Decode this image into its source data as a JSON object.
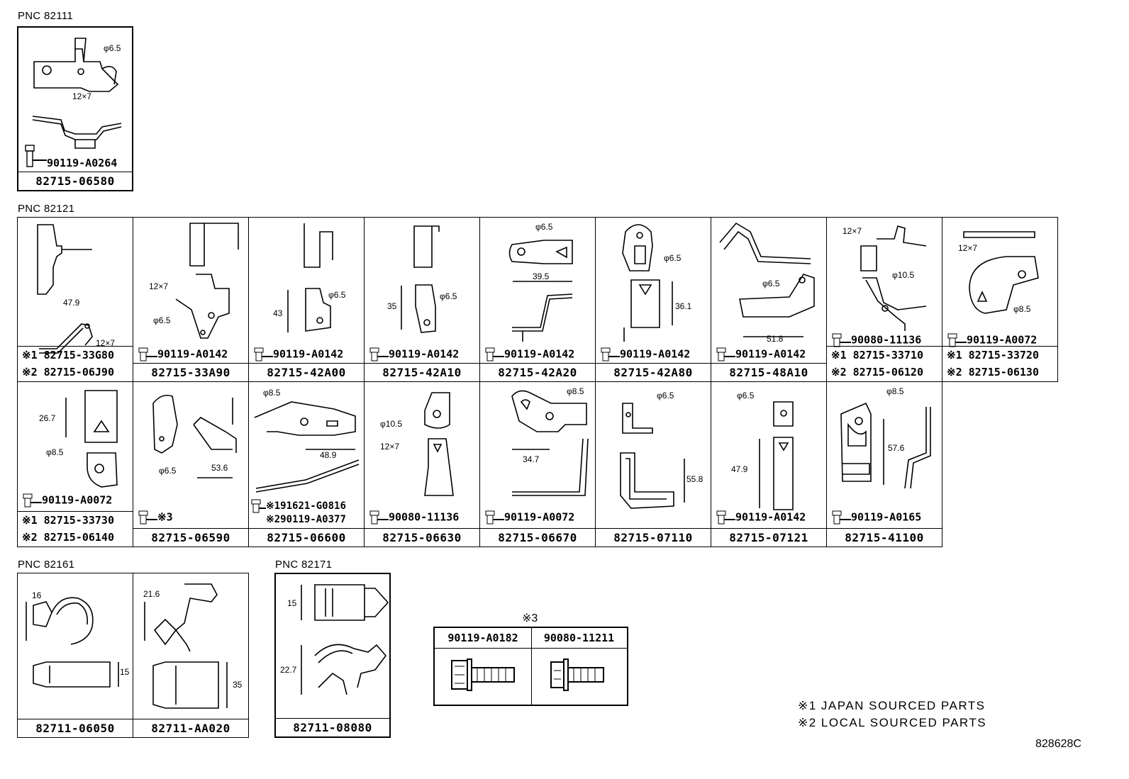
{
  "groups": {
    "g82111": {
      "label": "PNC 82111"
    },
    "g82121": {
      "label": "PNC 82121"
    },
    "g82161": {
      "label": "PNC 82161"
    },
    "g82171": {
      "label": "PNC 82171"
    }
  },
  "cells": {
    "c00": {
      "bolt": "90119-A0264",
      "part": "82715-06580",
      "dims": [
        "φ6.5",
        "12×7"
      ]
    },
    "r1c0": {
      "part1": "※1 82715-33G80",
      "part2": "※2 82715-06J90",
      "dims": [
        "47.9",
        "12×7"
      ]
    },
    "r1c1": {
      "bolt": "90119-A0142",
      "part": "82715-33A90",
      "dims": [
        "12×7",
        "φ6.5"
      ]
    },
    "r1c2": {
      "bolt": "90119-A0142",
      "part": "82715-42A00",
      "dims": [
        "43",
        "φ6.5"
      ]
    },
    "r1c3": {
      "bolt": "90119-A0142",
      "part": "82715-42A10",
      "dims": [
        "35",
        "φ6.5"
      ]
    },
    "r1c4": {
      "bolt": "90119-A0142",
      "part": "82715-42A20",
      "dims": [
        "φ6.5",
        "39.5"
      ]
    },
    "r1c5": {
      "bolt": "90119-A0142",
      "part": "82715-42A80",
      "dims": [
        "φ6.5",
        "36.1"
      ]
    },
    "r1c6": {
      "bolt": "90119-A0142",
      "part": "82715-48A10",
      "dims": [
        "φ6.5",
        "51.8"
      ]
    },
    "r1c7": {
      "bolt": "90080-11136",
      "part1": "※1 82715-33710",
      "part2": "※2 82715-06120",
      "dims": [
        "12×7",
        "φ10.5"
      ]
    },
    "r1c8": {
      "bolt": "90119-A0072",
      "part1": "※1 82715-33720",
      "part2": "※2 82715-06130",
      "dims": [
        "12×7",
        "φ8.5"
      ]
    },
    "r2c0": {
      "bolt": "90119-A0072",
      "part1": "※1 82715-33730",
      "part2": "※2 82715-06140",
      "dims": [
        "26.7",
        "φ8.5"
      ]
    },
    "r2c1": {
      "bolt": "※3",
      "part": "82715-06590",
      "dims": [
        "φ6.5",
        "53.6"
      ]
    },
    "r2c2": {
      "bolt1": "※191621-G0816",
      "bolt2": "※290119-A0377",
      "part": "82715-06600",
      "dims": [
        "φ8.5",
        "48.9"
      ]
    },
    "r2c3": {
      "bolt": "90080-11136",
      "part": "82715-06630",
      "dims": [
        "φ10.5",
        "12×7"
      ]
    },
    "r2c4": {
      "bolt": "90119-A0072",
      "part": "82715-06670",
      "dims": [
        "φ8.5",
        "34.7"
      ]
    },
    "r2c5": {
      "part": "82715-07110",
      "dims": [
        "φ6.5",
        "55.8"
      ]
    },
    "r2c6": {
      "bolt": "90119-A0142",
      "part": "82715-07121",
      "dims": [
        "φ6.5",
        "47.9"
      ]
    },
    "r2c7": {
      "bolt": "90119-A0165",
      "part": "82715-41100",
      "dims": [
        "φ8.5",
        "57.6"
      ]
    },
    "r3c0": {
      "part": "82711-06050",
      "dims": [
        "16",
        "15"
      ]
    },
    "r3c1": {
      "part": "82711-AA020",
      "dims": [
        "21.6",
        "35"
      ]
    },
    "r3c2": {
      "part": "82711-08080",
      "dims": [
        "15",
        "22.7"
      ]
    }
  },
  "note3": {
    "title": "※3",
    "col1": "90119-A0182",
    "col2": "90080-11211"
  },
  "legend": {
    "line1": "※1 JAPAN SOURCED PARTS",
    "line2": "※2 LOCAL SOURCED PARTS"
  },
  "figure_id": "828628C"
}
